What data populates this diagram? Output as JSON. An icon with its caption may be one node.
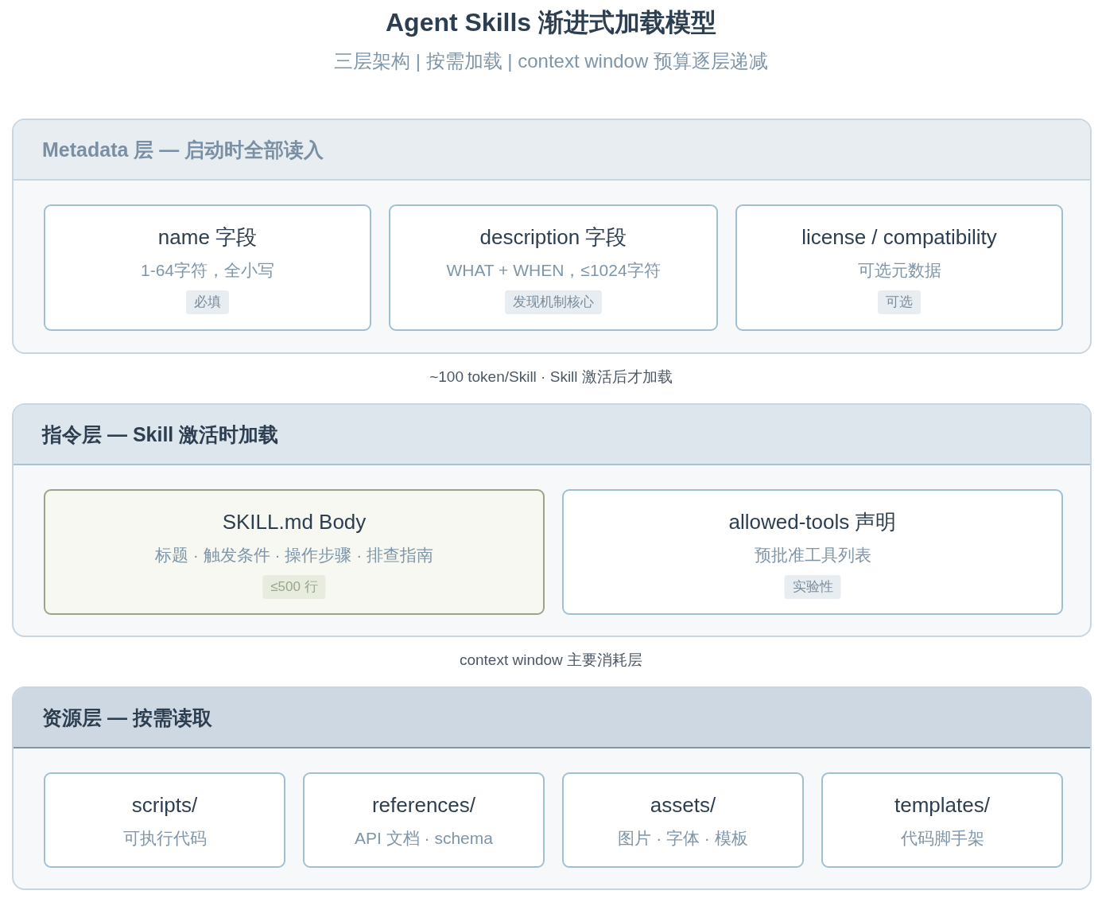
{
  "diagram": {
    "title": "Agent Skills 渐进式加载模型",
    "nodes": [
      {
        "text": [
          "Metadata 层 — 启动时全部读入"
        ]
      },
      {
        "text": [
          "name 字段",
          "1-64字符，全小写"
        ],
        "in": 0
      },
      {
        "text": [
          "必填"
        ],
        "in": 1
      },
      {
        "text": [
          "description 字段",
          "WHAT + WHEN，≤1024字符"
        ],
        "in": 0
      },
      {
        "text": [
          "发现机制核心"
        ],
        "in": 3
      },
      {
        "text": [
          "license / compatibility",
          "可选元数据"
        ],
        "in": 0
      },
      {
        "text": [
          "可选"
        ],
        "in": 5
      },
      {
        "text": [
          "指令层 — Skill 激活时加载"
        ]
      },
      {
        "text": [
          "SKILL.md Body",
          "标题 · 触发条件 · 操作步骤 · 排查指南"
        ],
        "in": 7
      },
      {
        "text": [
          "≤500 行"
        ],
        "in": 8
      },
      {
        "text": [
          "allowed-tools 声明",
          "预批准工具列表"
        ],
        "in": 7
      },
      {
        "text": [
          "实验性"
        ],
        "in": 10
      },
      {
        "text": [
          "资源层 — 按需读取"
        ]
      },
      {
        "text": [
          "scripts/",
          "可执行代码"
        ],
        "in": 12
      },
      {
        "text": [
          "references/",
          "API 文档 · schema"
        ],
        "in": 12
      },
      {
        "text": [
          "assets/",
          "图片 · 字体 · 模板"
        ],
        "in": 12
      },
      {
        "text": [
          "templates/",
          "代码脚手架"
        ],
        "in": 12
      }
    ],
    "labels": [
      "三层架构 | 按需加载 | context window 预算逐层递减",
      "~100 token/Skill · Skill 激活后才加载",
      "context window 主要消耗层"
    ]
  }
}
